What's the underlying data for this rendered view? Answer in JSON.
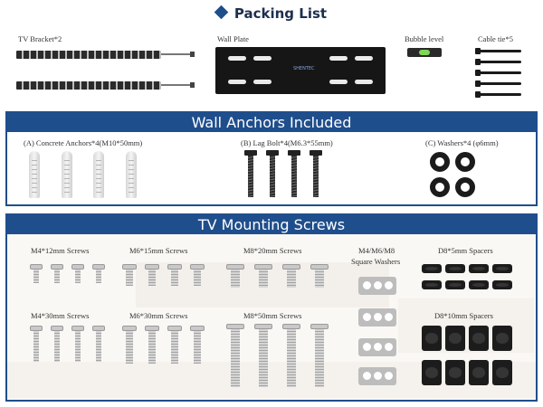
{
  "title": "Packing List",
  "top_items": {
    "tv_bracket": "TV Bracket*2",
    "wall_plate": "Wall Plate",
    "wall_plate_brand": "SHENTEC",
    "bubble_level": "Bubble level",
    "cable_tie": "Cable tie*5"
  },
  "wall_anchors": {
    "heading": "Wall Anchors Included",
    "concrete_anchors": "(A) Concrete Anchors*4(M10*50mm)",
    "lag_bolt": "(B) Lag Bolt*4(M6.3*55mm)",
    "washers": "(C) Washers*4 (φ6mm)"
  },
  "tv_screws": {
    "heading": "TV Mounting Screws",
    "m4_12": "M4*12mm Screws",
    "m6_15": "M6*15mm Screws",
    "m8_20": "M8*20mm Screws",
    "square_washers_line1": "M4/M6/M8",
    "square_washers_line2": "Square Washers",
    "d8_5": "D8*5mm Spacers",
    "m4_30": "M4*30mm Screws",
    "m6_30": "M6*30mm Screws",
    "m8_50": "M8*50mm Screws",
    "d8_10": "D8*10mm Spacers"
  },
  "colors": {
    "accent": "#1f4e8c",
    "title_text": "#1d2f4f",
    "hardware_black": "#1b1b1b",
    "bubble_green": "#7ed957"
  }
}
